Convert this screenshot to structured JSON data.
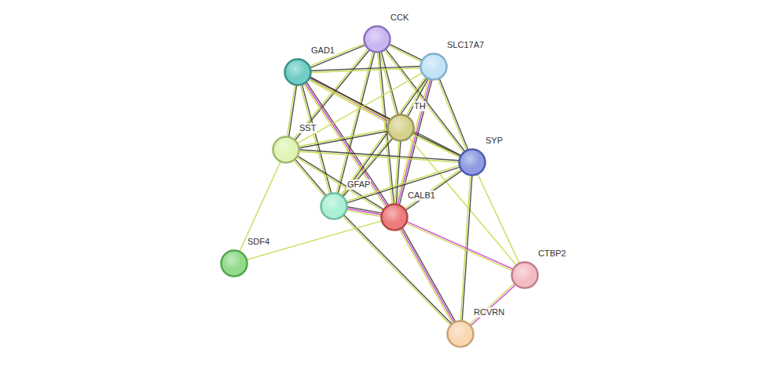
{
  "diagram": {
    "nodes": [
      {
        "text": [
          "CCK"
        ]
      },
      {
        "text": [
          "SLC17A7"
        ]
      },
      {
        "text": [
          "GAD1"
        ]
      },
      {
        "text": [
          "TH"
        ]
      },
      {
        "text": [
          "SST"
        ]
      },
      {
        "text": [
          "SYP"
        ]
      },
      {
        "text": [
          "GFAP"
        ]
      },
      {
        "text": [
          "CALB1"
        ]
      },
      {
        "text": [
          "SDF4"
        ]
      },
      {
        "text": [
          "CTBP2"
        ]
      },
      {
        "text": [
          "RCVRN"
        ]
      }
    ],
    "edges": [
      {
        "from": 0,
        "to": 2,
        "arrow": "none"
      },
      {
        "from": 0,
        "to": 1,
        "arrow": "none"
      },
      {
        "from": 0,
        "to": 3,
        "arrow": "none"
      },
      {
        "from": 0,
        "to": 4,
        "arrow": "none"
      },
      {
        "from": 0,
        "to": 5,
        "arrow": "none"
      },
      {
        "from": 0,
        "to": 6,
        "arrow": "none"
      },
      {
        "from": 0,
        "to": 7,
        "arrow": "none"
      },
      {
        "from": 2,
        "to": 1,
        "arrow": "none"
      },
      {
        "from": 2,
        "to": 3,
        "arrow": "none"
      },
      {
        "from": 2,
        "to": 4,
        "arrow": "none"
      },
      {
        "from": 2,
        "to": 6,
        "arrow": "none"
      },
      {
        "from": 2,
        "to": 7,
        "arrow": "none"
      },
      {
        "from": 2,
        "to": 5,
        "arrow": "none"
      },
      {
        "from": 1,
        "to": 3,
        "arrow": "none"
      },
      {
        "from": 1,
        "to": 4,
        "arrow": "none"
      },
      {
        "from": 1,
        "to": 5,
        "arrow": "none"
      },
      {
        "from": 1,
        "to": 7,
        "arrow": "none"
      },
      {
        "from": 1,
        "to": 6,
        "arrow": "none"
      },
      {
        "from": 3,
        "to": 4,
        "arrow": "none"
      },
      {
        "from": 3,
        "to": 5,
        "arrow": "none"
      },
      {
        "from": 3,
        "to": 6,
        "arrow": "none"
      },
      {
        "from": 3,
        "to": 7,
        "arrow": "none"
      },
      {
        "from": 3,
        "to": 9,
        "arrow": "none"
      },
      {
        "from": 4,
        "to": 5,
        "arrow": "none"
      },
      {
        "from": 4,
        "to": 6,
        "arrow": "none"
      },
      {
        "from": 4,
        "to": 7,
        "arrow": "none"
      },
      {
        "from": 4,
        "to": 8,
        "arrow": "none"
      },
      {
        "from": 5,
        "to": 6,
        "arrow": "none"
      },
      {
        "from": 5,
        "to": 7,
        "arrow": "none"
      },
      {
        "from": 5,
        "to": 10,
        "arrow": "none"
      },
      {
        "from": 5,
        "to": 9,
        "arrow": "none"
      },
      {
        "from": 6,
        "to": 7,
        "arrow": "none"
      },
      {
        "from": 6,
        "to": 10,
        "arrow": "none"
      },
      {
        "from": 7,
        "to": 10,
        "arrow": "none"
      },
      {
        "from": 7,
        "to": 9,
        "arrow": "none"
      },
      {
        "from": 7,
        "to": 8,
        "arrow": "none"
      },
      {
        "from": 9,
        "to": 10,
        "arrow": "none"
      }
    ]
  }
}
